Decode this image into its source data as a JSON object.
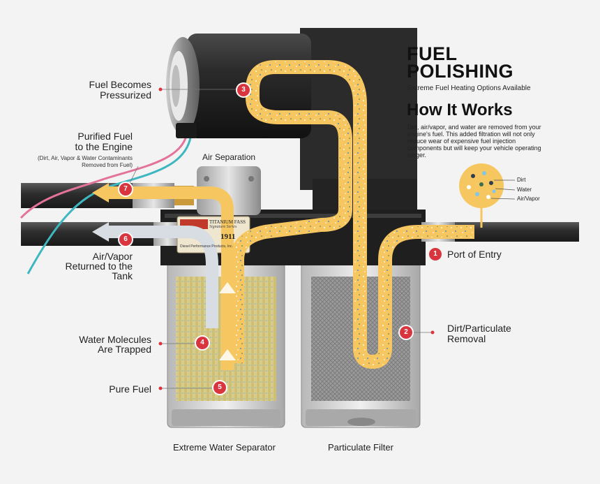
{
  "header": {
    "title_line1": "FUEL",
    "title_line2": "POLISHING",
    "subtitle": "Extreme Fuel Heating Options Available",
    "how_title": "How It Works",
    "description": "Dirt, air/vapor, and water are removed from your engine's fuel. This added filtration will not only reduce wear of expensive fuel injection components but will keep your vehicle operating longer."
  },
  "legend": {
    "dirt": "Dirt",
    "water": "Water",
    "air": "Air/Vapor"
  },
  "steps": [
    {
      "num": "1",
      "label": "Port of Entry"
    },
    {
      "num": "2",
      "label_line1": "Dirt/Particulate",
      "label_line2": "Removal"
    },
    {
      "num": "3",
      "label_line1": "Fuel Becomes",
      "label_line2": "Pressurized"
    },
    {
      "num": "4",
      "label_line1": "Water Molecules",
      "label_line2": "Are Trapped"
    },
    {
      "num": "5",
      "label": "Pure Fuel"
    },
    {
      "num": "6",
      "label_line1": "Air/Vapor",
      "label_line2": "Returned to the",
      "label_line3": "Tank"
    },
    {
      "num": "7",
      "label_line1": "Purified Fuel",
      "label_line2": "to the Engine",
      "note_line1": "(Dirt, Air, Vapor & Water Contaminants",
      "note_line2": "Removed from Fuel)"
    }
  ],
  "components": {
    "air_separation": "Air Separation",
    "water_separator": "Extreme Water Separator",
    "particulate_filter": "Particulate Filter"
  },
  "unit_label": {
    "line1": "TITANIUM FASS",
    "line2": "Signature Series",
    "model": "1911",
    "maker": "Diesel Performance Products, Inc."
  },
  "colors": {
    "fuel": "#f6c760",
    "marker": "#d8353f",
    "hose_pink": "#e4739a",
    "hose_teal": "#3fb7c0",
    "pump_body": "#2a2a2a",
    "air_return": "#d7dde3"
  }
}
